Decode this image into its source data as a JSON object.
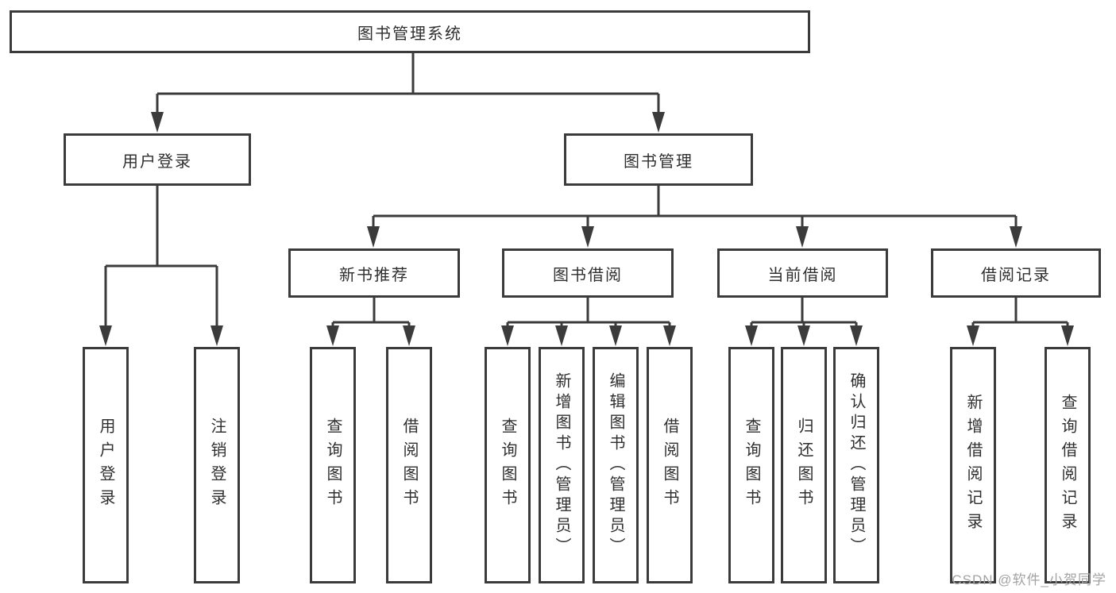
{
  "diagram": {
    "type": "hierarchy-flowchart",
    "root": {
      "label": "图书管理系统"
    },
    "level2": [
      {
        "id": "user-login",
        "label": "用户登录"
      },
      {
        "id": "book-management",
        "label": "图书管理"
      }
    ],
    "level3": [
      {
        "id": "new-book-recommend",
        "label": "新书推荐",
        "parent": "book-management"
      },
      {
        "id": "book-borrowing",
        "label": "图书借阅",
        "parent": "book-management"
      },
      {
        "id": "current-borrowing",
        "label": "当前借阅",
        "parent": "book-management"
      },
      {
        "id": "borrowing-records",
        "label": "借阅记录",
        "parent": "book-management"
      }
    ],
    "level4": {
      "user_login": [
        "用户登录",
        "注销登录"
      ],
      "new_books": [
        "查询图书",
        "借阅图书"
      ],
      "book_borrow": [
        "查询图书",
        "新增图书（管理员）",
        "编辑图书（管理员）",
        "借阅图书"
      ],
      "current_borrow": [
        "查询图书",
        "归还图书",
        "确认归还（管理员）"
      ],
      "borrow_records": [
        "新增借阅记录",
        "查询借阅记录"
      ]
    }
  },
  "watermark": "CSDN @软件_小贺同学",
  "colors": {
    "line": "#3b3b3b",
    "text": "#2f2f2f",
    "background": "#ffffff",
    "watermark": "#a3a3a3"
  }
}
